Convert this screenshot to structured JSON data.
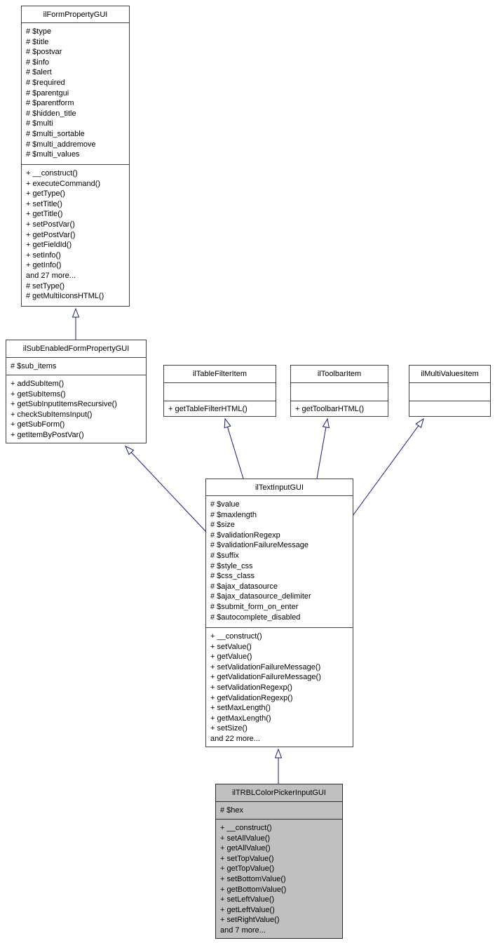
{
  "diagram": {
    "type": "uml-class-inheritance",
    "background_color": "#ffffff",
    "edge_color": "#191970",
    "border_color": "#404040",
    "highlight_fill": "#c0c0c0",
    "classes": {
      "form_property": {
        "title": "ilFormPropertyGUI",
        "attributes": [
          "# $type",
          "# $title",
          "# $postvar",
          "# $info",
          "# $alert",
          "# $required",
          "# $parentgui",
          "# $parentform",
          "# $hidden_title",
          "# $multi",
          "# $multi_sortable",
          "# $multi_addremove",
          "# $multi_values"
        ],
        "methods": [
          "+ __construct()",
          "+ executeCommand()",
          "+ getType()",
          "+ setTitle()",
          "+ getTitle()",
          "+ setPostVar()",
          "+ getPostVar()",
          "+ getFieldId()",
          "+ setInfo()",
          "+ getInfo()",
          "and 27 more...",
          "# setType()",
          "# getMultiIconsHTML()"
        ]
      },
      "sub_enabled": {
        "title": "ilSubEnabledFormPropertyGUI",
        "attributes": [
          "# $sub_items"
        ],
        "methods": [
          "+ addSubItem()",
          "+ getSubItems()",
          "+ getSubInputItemsRecursive()",
          "+ checkSubItemsInput()",
          "+ getSubForm()",
          "+ getItemByPostVar()"
        ]
      },
      "table_filter": {
        "title": "ilTableFilterItem",
        "attributes": [],
        "methods": [
          "+ getTableFilterHTML()"
        ]
      },
      "toolbar": {
        "title": "ilToolbarItem",
        "attributes": [],
        "methods": [
          "+ getToolbarHTML()"
        ]
      },
      "multi_values": {
        "title": "ilMultiValuesItem",
        "attributes": [],
        "methods": []
      },
      "text_input": {
        "title": "ilTextInputGUI",
        "attributes": [
          "# $value",
          "# $maxlength",
          "# $size",
          "# $validationRegexp",
          "# $validationFailureMessage",
          "# $suffix",
          "# $style_css",
          "# $css_class",
          "# $ajax_datasource",
          "# $ajax_datasource_delimiter",
          "# $submit_form_on_enter",
          "# $autocomplete_disabled"
        ],
        "methods": [
          "+ __construct()",
          "+ setValue()",
          "+ getValue()",
          "+ setValidationFailureMessage()",
          "+ getValidationFailureMessage()",
          "+ setValidationRegexp()",
          "+ getValidationRegexp()",
          "+ setMaxLength()",
          "+ getMaxLength()",
          "+ setSize()",
          "and 22 more..."
        ]
      },
      "trbl_color_picker": {
        "title": "ilTRBLColorPickerInputGUI",
        "attributes": [
          "# $hex"
        ],
        "methods": [
          "+ __construct()",
          "+ setAllValue()",
          "+ getAllValue()",
          "+ setTopValue()",
          "+ getTopValue()",
          "+ setBottomValue()",
          "+ getBottomValue()",
          "+ setLeftValue()",
          "+ getLeftValue()",
          "+ setRightValue()",
          "and 7 more..."
        ]
      }
    }
  }
}
